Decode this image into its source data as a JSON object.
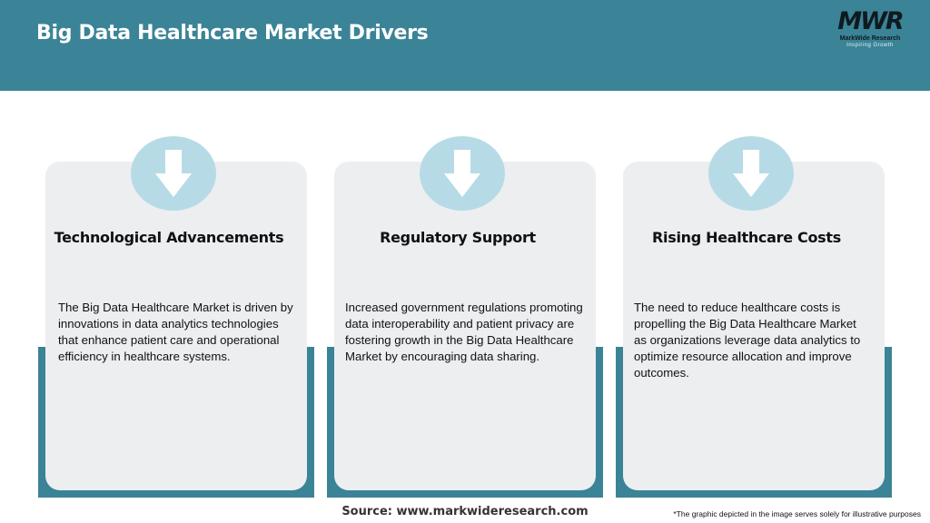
{
  "header": {
    "title": "Big Data Healthcare Market Drivers",
    "logo": {
      "mark": "MWR",
      "name": "MarkWide Research",
      "tagline": "Inspiring Growth"
    },
    "background_color": "#3b8397"
  },
  "cards": [
    {
      "icon": "arrow-down-icon",
      "heading": "Technological Advancements",
      "body": "The Big Data Healthcare Market is driven by innovations in data analytics technologies that enhance patient care and operational efficiency in healthcare systems."
    },
    {
      "icon": "arrow-down-icon",
      "heading": "Regulatory Support",
      "body": "Increased government regulations promoting data interoperability and patient privacy are fostering growth in the Big Data Healthcare Market by encouraging data sharing."
    },
    {
      "icon": "arrow-down-icon",
      "heading": "Rising Healthcare Costs",
      "body": "The need to reduce healthcare costs is propelling the Big Data Healthcare Market as organizations leverage data analytics to optimize resource allocation and improve outcomes."
    }
  ],
  "footer": {
    "source": "Source: www.markwideresearch.com",
    "disclaimer": "*The graphic depicted in the image serves solely for illustrative purposes"
  },
  "colors": {
    "accent": "#3b8397",
    "card_bg": "#eceef0",
    "icon_bg": "#b7dbe6"
  }
}
